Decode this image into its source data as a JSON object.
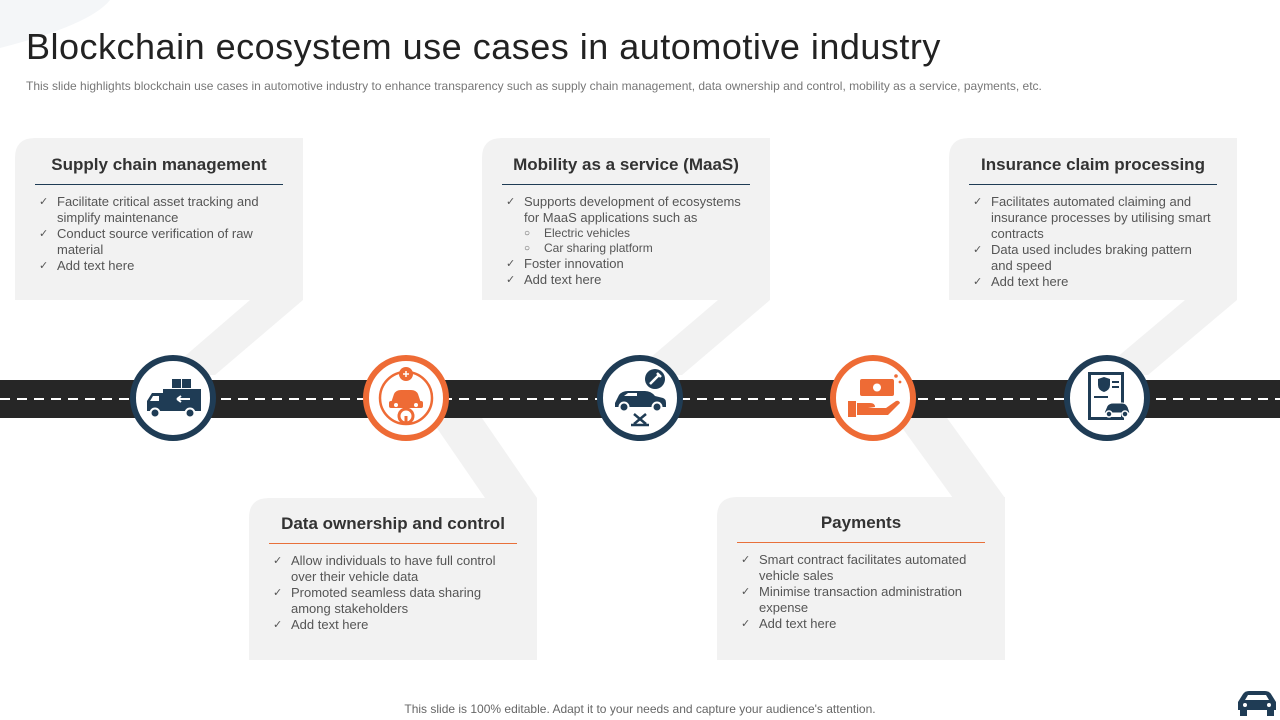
{
  "slide": {
    "title": "Blockchain ecosystem use cases in automotive industry",
    "subtitle": "This slide highlights blockchain use cases in automotive industry to enhance transparency such as supply chain management, data ownership and control, mobility as a service, payments, etc.",
    "footer": "This slide is 100% editable. Adapt it to your needs and capture your audience's attention."
  },
  "colors": {
    "navy": "#1f3c55",
    "orange": "#ee6b35",
    "road": "#262626",
    "card": "#f2f2f2",
    "accent_rule": "#e8703a"
  },
  "cards": {
    "supply": {
      "heading": "Supply chain management",
      "bullets": [
        "Facilitate critical asset tracking and simplify maintenance",
        "Conduct source verification  of raw material",
        "Add text here"
      ]
    },
    "data": {
      "heading": "Data ownership and control",
      "bullets": [
        "Allow individuals to have full control over their vehicle data",
        "Promoted seamless data sharing among stakeholders",
        "Add text here"
      ]
    },
    "maas": {
      "heading": "Mobility as a service (MaaS)",
      "bullet1": "Supports development  of ecosystems for MaaS applications such as",
      "sub": [
        "Electric vehicles",
        "Car sharing platform"
      ],
      "bullets": [
        "Foster innovation",
        "Add text here"
      ]
    },
    "payments": {
      "heading": "Payments",
      "bullets": [
        "Smart contract facilitates automated vehicle sales",
        "Minimise transaction administration expense",
        "Add text here"
      ]
    },
    "insurance": {
      "heading": "Insurance claim processing",
      "bullets": [
        "Facilitates automated claiming and insurance processes by utilising smart contracts",
        "Data used includes braking pattern and speed",
        "Add text here"
      ]
    }
  },
  "icons": [
    "delivery-truck-icon",
    "connected-driver-icon",
    "car-repair-icon",
    "payment-hand-icon",
    "insurance-document-icon",
    "car-logo-icon"
  ],
  "glyphs": {
    "check": "✓",
    "circle": "○"
  }
}
